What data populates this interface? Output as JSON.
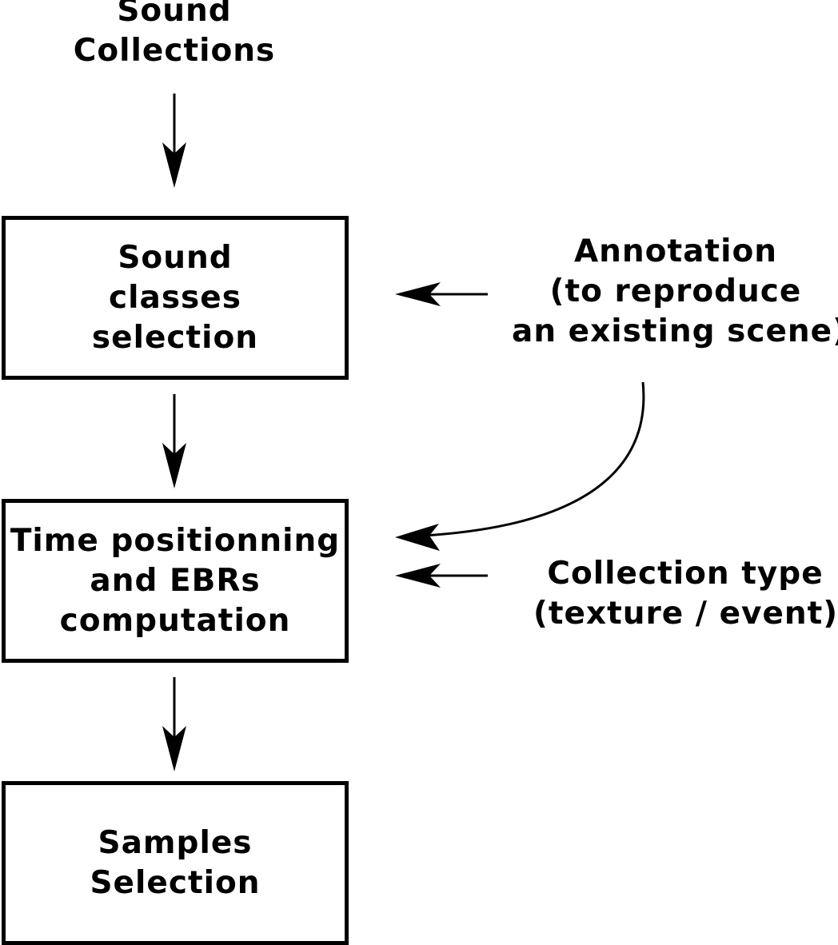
{
  "source": {
    "lines": [
      "Sound",
      "Collections"
    ]
  },
  "boxes": [
    {
      "lines": [
        "Sound",
        "classes",
        "selection"
      ]
    },
    {
      "lines": [
        "Time positionning",
        "and EBRs",
        "computation"
      ]
    },
    {
      "lines": [
        "Samples",
        "Selection"
      ]
    }
  ],
  "inputs": {
    "annotation": {
      "lines": [
        "Annotation",
        "(to reproduce",
        "an existing scene)"
      ]
    },
    "collection_type": {
      "lines": [
        "Collection type",
        "(texture / event)"
      ]
    }
  },
  "colors": {
    "stroke": "#000000",
    "background": "#ffffff"
  }
}
